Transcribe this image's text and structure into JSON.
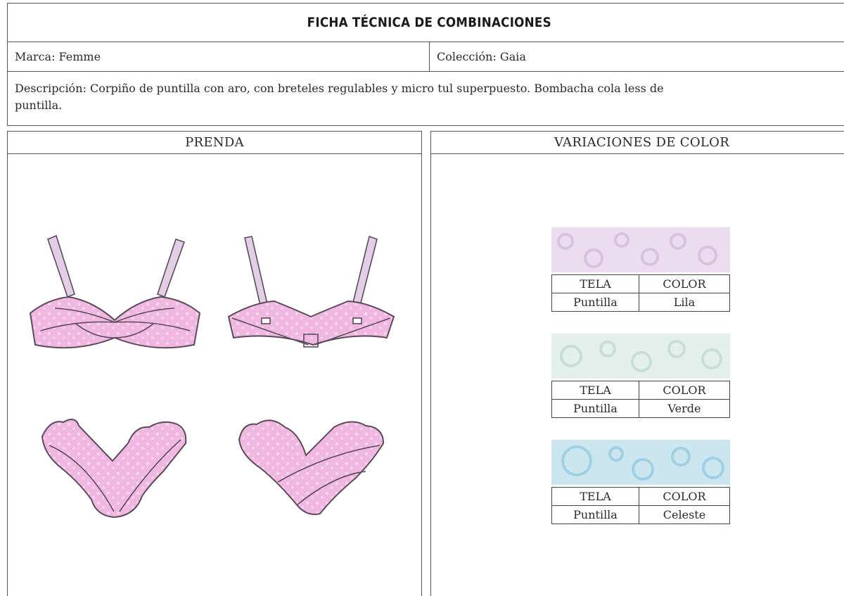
{
  "title": "FICHA TÉCNICA DE COMBINACIONES",
  "brand": "Marca: Femme",
  "collection": "Colección: Gaia",
  "description_line1": "Descripción: Corpiño de puntilla con aro, con breteles regulables y micro tul superpuesto. Bombacha cola less de",
  "description_line2": "puntilla.",
  "garment_panel": {
    "heading": "PRENDA",
    "garment_color": "#f0b8e0",
    "outline_color": "#5a4a5a",
    "strap_color": "#e2cfe6"
  },
  "color_panel": {
    "heading": "VARIACIONES DE COLOR",
    "variations": [
      {
        "fabric_header": "TELA",
        "color_header": "COLOR",
        "fabric": "Puntilla",
        "color": "Lila",
        "swatch_color": "#ecdcef",
        "swatch_pattern": "#d9c2df"
      },
      {
        "fabric_header": "TELA",
        "color_header": "COLOR",
        "fabric": "Puntilla",
        "color": "Verde",
        "swatch_color": "#e3f0ec",
        "swatch_pattern": "#c8dfd8"
      },
      {
        "fabric_header": "TELA",
        "color_header": "COLOR",
        "fabric": "Puntilla",
        "color": "Celeste",
        "swatch_color": "#cce6f0",
        "swatch_pattern": "#9fd0e3"
      }
    ]
  }
}
